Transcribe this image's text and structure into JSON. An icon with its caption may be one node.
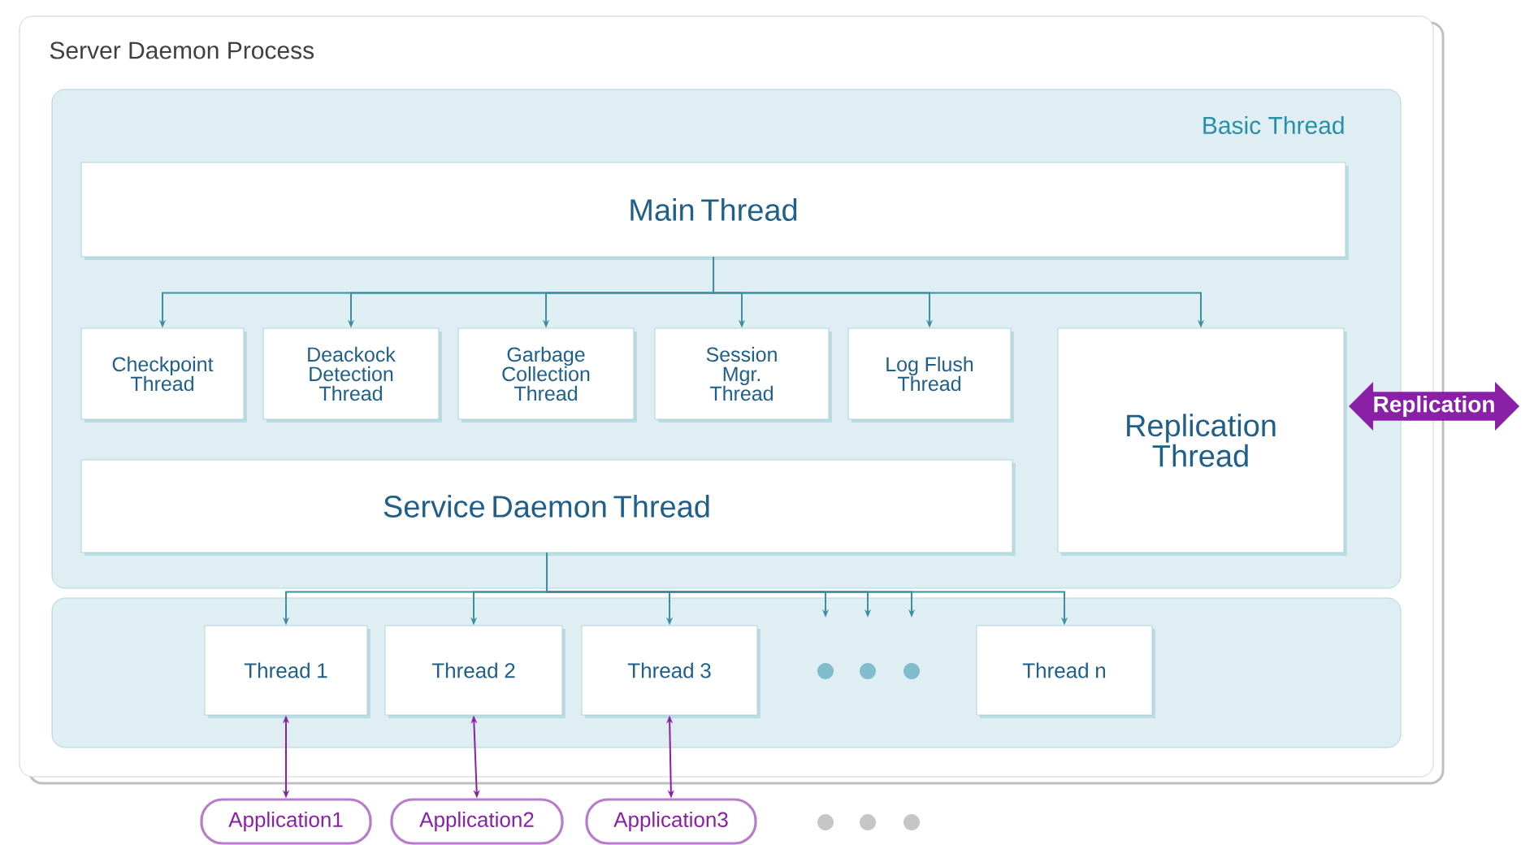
{
  "diagram": {
    "nodes": [
      {
        "text": [
          "Server Daemon Process"
        ]
      },
      {
        "text": [
          "Basic Thread"
        ],
        "in": 0
      },
      {
        "text": [
          "Main Thread"
        ],
        "in": 1
      },
      {
        "text": [
          "Checkpoint Thread"
        ],
        "in": 1
      },
      {
        "text": [
          "Deackock Detection Thread"
        ],
        "in": 1
      },
      {
        "text": [
          "Garbage Collection Thread"
        ],
        "in": 1
      },
      {
        "text": [
          "Session Mgr. Thread"
        ],
        "in": 1
      },
      {
        "text": [
          "Log Flush Thread"
        ],
        "in": 1
      },
      {
        "text": [
          "Replication Thread"
        ],
        "in": 1
      },
      {
        "text": [
          "Service Daemon Thread"
        ],
        "in": 1
      },
      {
        "text": [],
        "shape": "box",
        "in": 0
      },
      {
        "text": [
          "Thread 1"
        ],
        "in": 10
      },
      {
        "text": [
          "Thread 2"
        ],
        "in": 10
      },
      {
        "text": [
          "Thread 3"
        ],
        "in": 10
      },
      {
        "text": [
          "Thread n"
        ],
        "in": 10
      },
      {
        "text": [
          "Replication"
        ]
      },
      {
        "text": [
          "Application1"
        ]
      },
      {
        "text": [
          "Application2"
        ]
      },
      {
        "text": [
          "Application3"
        ]
      }
    ],
    "edges": [
      {
        "from": 2,
        "to": 3,
        "arrow": "to"
      },
      {
        "from": 2,
        "to": 4,
        "arrow": "to"
      },
      {
        "from": 2,
        "to": 5,
        "arrow": "to"
      },
      {
        "from": 2,
        "to": 6,
        "arrow": "to"
      },
      {
        "from": 2,
        "to": 7,
        "arrow": "to"
      },
      {
        "from": 2,
        "to": 8,
        "arrow": "to"
      },
      {
        "from": 9,
        "to": 11,
        "arrow": "to"
      },
      {
        "from": 9,
        "to": 12,
        "arrow": "to"
      },
      {
        "from": 9,
        "to": 13,
        "arrow": "to"
      },
      {
        "from": 9,
        "to": 10,
        "arrow": "to"
      },
      {
        "from": 9,
        "to": 10,
        "arrow": "to"
      },
      {
        "from": 9,
        "to": 10,
        "arrow": "to"
      },
      {
        "from": 9,
        "to": 14,
        "arrow": "to"
      },
      {
        "from": 11,
        "to": 16,
        "arrow": "both",
        "color": "#8a1fa8"
      },
      {
        "from": 12,
        "to": 17,
        "arrow": "both",
        "color": "#8a1fa8"
      },
      {
        "from": 13,
        "to": 18,
        "arrow": "both",
        "color": "#8a1fa8"
      }
    ]
  }
}
